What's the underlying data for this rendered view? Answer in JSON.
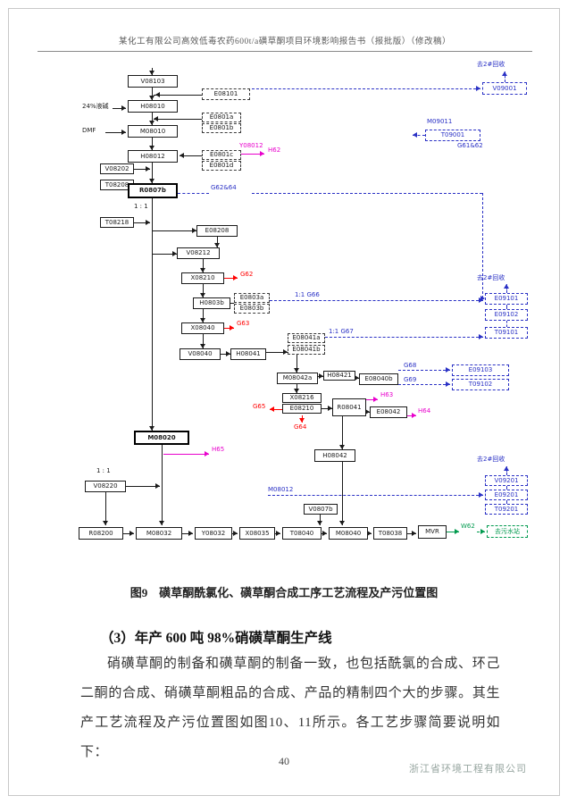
{
  "header": {
    "title": "某化工有限公司高效低毒农药600t/a磺草酮项目环境影响报告书（报批版）（修改稿）"
  },
  "figure": {
    "caption": "图9　磺草酮酰氯化、磺草酮合成工序工艺流程及产污位置图"
  },
  "section": {
    "heading": "（3）年产 600 吨 98%硝磺草酮生产线"
  },
  "body": {
    "paragraph": "硝磺草酮的制备和磺草酮的制备一致，也包括酰氯的合成、环己二酮的合成、硝磺草酮粗品的合成、产品的精制四个大的步骤。其生产工艺流程及产污位置图如图10、11所示。各工艺步骤简要说明如下："
  },
  "footer": {
    "page_number": "40",
    "company": "浙江省环境工程有限公司"
  },
  "colors": {
    "line_black": "#1a1a1a",
    "line_blue": "#2a31c5",
    "line_red": "#ff0000",
    "line_magenta": "#e800cc",
    "line_green": "#009a4e"
  },
  "flowchart": {
    "nodes": [
      [
        143,
        84,
        56,
        14,
        "V08103",
        "k"
      ],
      [
        226,
        99,
        54,
        13,
        "E08101",
        "d"
      ],
      [
        143,
        112,
        56,
        14,
        "H08010",
        "k"
      ],
      [
        226,
        126,
        44,
        11,
        "E0801a",
        "d"
      ],
      [
        226,
        138,
        44,
        11,
        "E0801b",
        "d"
      ],
      [
        143,
        140,
        56,
        14,
        "M08010",
        "k"
      ],
      [
        143,
        168,
        56,
        14,
        "H08012",
        "k"
      ],
      [
        226,
        168,
        44,
        11,
        "E0801c",
        "d"
      ],
      [
        226,
        180,
        44,
        11,
        "E0801d",
        "d"
      ],
      [
        112,
        183,
        38,
        12,
        "V08202",
        "k"
      ],
      [
        112,
        201,
        38,
        12,
        "T08208",
        "k"
      ],
      [
        143,
        205,
        56,
        17,
        "R0807b",
        "kb"
      ],
      [
        112,
        243,
        38,
        12,
        "T08218",
        "k"
      ],
      [
        220,
        252,
        46,
        13,
        "E08208",
        "k"
      ],
      [
        198,
        277,
        48,
        13,
        "V08212",
        "k"
      ],
      [
        203,
        305,
        48,
        13,
        "X08210",
        "k"
      ],
      [
        216,
        333,
        42,
        13,
        "H0803b",
        "k"
      ],
      [
        262,
        328,
        40,
        11,
        "E0803a",
        "d"
      ],
      [
        262,
        340,
        40,
        11,
        "E0803b",
        "d"
      ],
      [
        203,
        361,
        48,
        13,
        "X08040",
        "k"
      ],
      [
        201,
        390,
        46,
        13,
        "V08040",
        "k"
      ],
      [
        258,
        390,
        40,
        13,
        "H08041",
        "k"
      ],
      [
        322,
        373,
        42,
        11,
        "E08041a",
        "d"
      ],
      [
        322,
        386,
        42,
        11,
        "E08041b",
        "d"
      ],
      [
        310,
        417,
        46,
        13,
        "M08042a",
        "k"
      ],
      [
        362,
        415,
        36,
        11,
        "H08421",
        "k"
      ],
      [
        402,
        418,
        44,
        13,
        "E08040b",
        "k"
      ],
      [
        316,
        440,
        44,
        11,
        "X08216",
        "k"
      ],
      [
        316,
        452,
        44,
        11,
        "E08210",
        "k"
      ],
      [
        372,
        446,
        38,
        20,
        "R08041",
        "k"
      ],
      [
        414,
        455,
        42,
        13,
        "E08042",
        "k"
      ],
      [
        150,
        482,
        62,
        16,
        "M08020",
        "kb"
      ],
      [
        352,
        503,
        46,
        14,
        "H08042",
        "k"
      ],
      [
        95,
        538,
        46,
        13,
        "V08220",
        "k"
      ],
      [
        88,
        590,
        50,
        14,
        "R08200",
        "k"
      ],
      [
        152,
        590,
        52,
        14,
        "M08032",
        "k"
      ],
      [
        218,
        590,
        42,
        14,
        "Y08032",
        "k"
      ],
      [
        268,
        590,
        40,
        14,
        "X08035",
        "k"
      ],
      [
        316,
        590,
        44,
        14,
        "T08040",
        "k"
      ],
      [
        368,
        590,
        44,
        14,
        "M08040",
        "k"
      ],
      [
        418,
        590,
        38,
        14,
        "T08038",
        "k"
      ],
      [
        468,
        588,
        32,
        15,
        "MVR",
        "k"
      ],
      [
        340,
        564,
        38,
        12,
        "V0807b",
        "k"
      ],
      [
        540,
        92,
        50,
        14,
        "V09001",
        "bd"
      ],
      [
        476,
        145,
        62,
        13,
        "T09001",
        "bd"
      ],
      [
        543,
        328,
        48,
        13,
        "E09101",
        "bd"
      ],
      [
        543,
        346,
        48,
        13,
        "E09102",
        "bd"
      ],
      [
        543,
        366,
        48,
        13,
        "T09101",
        "bd"
      ],
      [
        506,
        408,
        64,
        13,
        "E09103",
        "bd"
      ],
      [
        506,
        424,
        64,
        13,
        "T09102",
        "bd"
      ],
      [
        543,
        532,
        48,
        12,
        "V09201",
        "bd"
      ],
      [
        543,
        548,
        48,
        12,
        "E09201",
        "bd"
      ],
      [
        543,
        564,
        48,
        12,
        "T09201",
        "bd"
      ],
      [
        545,
        588,
        46,
        14,
        "去污水站",
        "gd"
      ]
    ],
    "labels": [
      [
        92,
        116,
        "24%液碱",
        "k"
      ],
      [
        92,
        143,
        "DMF",
        "k"
      ],
      [
        150,
        228,
        "1 : 1",
        "k"
      ],
      [
        108,
        524,
        "1 : 1",
        "k"
      ],
      [
        236,
        207,
        "G62&64",
        "b"
      ],
      [
        330,
        327,
        "1:1 G66",
        "b"
      ],
      [
        368,
        368,
        "1:1 G67",
        "b"
      ],
      [
        452,
        406,
        "G68",
        "b"
      ],
      [
        452,
        422,
        "G69",
        "b"
      ],
      [
        300,
        545,
        "M08012",
        "b"
      ],
      [
        534,
        69,
        "去2#回收",
        "b"
      ],
      [
        534,
        308,
        "去2#回收",
        "b"
      ],
      [
        534,
        511,
        "去2#回收",
        "b"
      ],
      [
        478,
        133,
        "M09011",
        "b"
      ],
      [
        512,
        160,
        "G61&62",
        "b"
      ],
      [
        269,
        304,
        "G62",
        "r"
      ],
      [
        265,
        359,
        "G63",
        "r"
      ],
      [
        283,
        452,
        "G65",
        "r"
      ],
      [
        329,
        475,
        "G64",
        "r"
      ],
      [
        268,
        160,
        "Y08012",
        "m"
      ],
      [
        300,
        165,
        "H62",
        "m"
      ],
      [
        426,
        439,
        "H63",
        "m"
      ],
      [
        468,
        457,
        "H64",
        "m"
      ],
      [
        237,
        500,
        "H65",
        "m"
      ],
      [
        516,
        586,
        "W62",
        "g"
      ]
    ],
    "lines": [
      [
        170,
        76,
        170,
        84,
        "k",
        0
      ],
      [
        170,
        98,
        170,
        112,
        "k",
        0
      ],
      [
        170,
        126,
        170,
        140,
        "k",
        0
      ],
      [
        170,
        154,
        170,
        168,
        "k",
        0
      ],
      [
        170,
        182,
        170,
        205,
        "k",
        0
      ],
      [
        170,
        222,
        170,
        482,
        "k",
        0
      ],
      [
        226,
        106,
        172,
        106,
        "k",
        0
      ],
      [
        226,
        133,
        172,
        133,
        "k",
        0
      ],
      [
        226,
        174,
        201,
        174,
        "k",
        0
      ],
      [
        126,
        121,
        141,
        121,
        "k",
        0
      ],
      [
        118,
        148,
        141,
        148,
        "k",
        0
      ],
      [
        150,
        189,
        168,
        189,
        "k",
        0
      ],
      [
        150,
        207,
        143,
        207,
        "k",
        0
      ],
      [
        150,
        249,
        168,
        249,
        "k",
        0
      ],
      [
        170,
        258,
        220,
        258,
        "k",
        0
      ],
      [
        243,
        265,
        243,
        277,
        "k",
        0
      ],
      [
        170,
        284,
        198,
        284,
        "k",
        0
      ],
      [
        227,
        290,
        227,
        305,
        "k",
        0
      ],
      [
        227,
        318,
        227,
        333,
        "k",
        0
      ],
      [
        227,
        346,
        227,
        361,
        "k",
        0
      ],
      [
        227,
        374,
        227,
        390,
        "k",
        0
      ],
      [
        258,
        339,
        262,
        339,
        "k",
        0
      ],
      [
        247,
        396,
        258,
        396,
        "k",
        0
      ],
      [
        298,
        394,
        322,
        394,
        "k",
        0
      ],
      [
        332,
        397,
        332,
        417,
        "k",
        0
      ],
      [
        356,
        421,
        362,
        421,
        "k",
        0
      ],
      [
        398,
        423,
        402,
        423,
        "k",
        0
      ],
      [
        332,
        430,
        332,
        440,
        "k",
        0
      ],
      [
        360,
        457,
        372,
        457,
        "k",
        0
      ],
      [
        410,
        461,
        414,
        461,
        "k",
        0
      ],
      [
        383,
        466,
        383,
        503,
        "k",
        0
      ],
      [
        383,
        517,
        383,
        588,
        "k",
        0
      ],
      [
        181,
        498,
        181,
        588,
        "k",
        0
      ],
      [
        118,
        551,
        118,
        588,
        "k",
        0
      ],
      [
        141,
        544,
        179,
        544,
        "k",
        0
      ],
      [
        358,
        576,
        358,
        588,
        "k",
        0
      ],
      [
        138,
        597,
        150,
        597,
        "k",
        0
      ],
      [
        204,
        597,
        216,
        597,
        "k",
        0
      ],
      [
        260,
        597,
        266,
        597,
        "k",
        0
      ],
      [
        308,
        597,
        314,
        597,
        "k",
        0
      ],
      [
        360,
        597,
        366,
        597,
        "k",
        0
      ],
      [
        412,
        597,
        416,
        597,
        "k",
        0
      ],
      [
        456,
        597,
        466,
        597,
        "k",
        0
      ],
      [
        500,
        595,
        514,
        595,
        "g",
        0
      ],
      [
        534,
        595,
        543,
        595,
        "g",
        1
      ],
      [
        251,
        311,
        266,
        311,
        "r",
        0
      ],
      [
        251,
        367,
        262,
        367,
        "r",
        0
      ],
      [
        316,
        458,
        302,
        458,
        "r",
        0
      ],
      [
        338,
        465,
        338,
        473,
        "r",
        0
      ],
      [
        270,
        172,
        296,
        172,
        "m",
        0
      ],
      [
        410,
        447,
        423,
        447,
        "m",
        0
      ],
      [
        456,
        465,
        466,
        465,
        "m",
        0
      ],
      [
        183,
        508,
        234,
        508,
        "m",
        0
      ],
      [
        199,
        216,
        234,
        216,
        "b",
        1
      ],
      [
        282,
        216,
        540,
        216,
        "b",
        1
      ],
      [
        540,
        216,
        540,
        334,
        "b",
        1
      ],
      [
        302,
        336,
        541,
        336,
        "b",
        1
      ],
      [
        364,
        377,
        541,
        377,
        "b",
        1
      ],
      [
        446,
        414,
        504,
        414,
        "b",
        1
      ],
      [
        446,
        430,
        504,
        430,
        "b",
        1
      ],
      [
        282,
        99,
        538,
        99,
        "b",
        1
      ],
      [
        565,
        92,
        565,
        80,
        "b",
        1
      ],
      [
        567,
        328,
        567,
        318,
        "b",
        1
      ],
      [
        567,
        346,
        567,
        341,
        "b",
        1
      ],
      [
        567,
        366,
        567,
        359,
        "b",
        1
      ],
      [
        300,
        554,
        541,
        554,
        "b",
        1
      ],
      [
        567,
        532,
        567,
        522,
        "b",
        1
      ],
      [
        567,
        548,
        567,
        544,
        "b",
        1
      ],
      [
        567,
        564,
        567,
        560,
        "b",
        1
      ],
      [
        476,
        151,
        462,
        151,
        "b",
        1
      ]
    ],
    "arrows": [
      [
        "d",
        "k",
        170,
        84
      ],
      [
        "d",
        "k",
        170,
        112
      ],
      [
        "d",
        "k",
        170,
        140
      ],
      [
        "d",
        "k",
        170,
        168
      ],
      [
        "d",
        "k",
        170,
        205
      ],
      [
        "d",
        "k",
        170,
        482
      ],
      [
        "l",
        "k",
        174,
        106
      ],
      [
        "l",
        "k",
        172,
        133
      ],
      [
        "l",
        "k",
        201,
        174
      ],
      [
        "r",
        "k",
        141,
        121
      ],
      [
        "r",
        "k",
        141,
        148
      ],
      [
        "r",
        "k",
        168,
        189
      ],
      [
        "r",
        "k",
        143,
        207
      ],
      [
        "r",
        "k",
        168,
        249
      ],
      [
        "r",
        "k",
        220,
        258
      ],
      [
        "d",
        "k",
        243,
        277
      ],
      [
        "r",
        "k",
        198,
        284
      ],
      [
        "d",
        "k",
        227,
        305
      ],
      [
        "d",
        "k",
        227,
        333
      ],
      [
        "d",
        "k",
        227,
        361
      ],
      [
        "d",
        "k",
        227,
        390
      ],
      [
        "r",
        "k",
        258,
        396
      ],
      [
        "r",
        "k",
        322,
        394
      ],
      [
        "d",
        "k",
        332,
        417
      ],
      [
        "r",
        "k",
        362,
        421
      ],
      [
        "r",
        "k",
        402,
        423
      ],
      [
        "d",
        "k",
        332,
        440
      ],
      [
        "r",
        "k",
        372,
        457
      ],
      [
        "r",
        "k",
        414,
        461
      ],
      [
        "d",
        "k",
        383,
        503
      ],
      [
        "d",
        "k",
        383,
        588
      ],
      [
        "d",
        "k",
        181,
        588
      ],
      [
        "d",
        "k",
        118,
        588
      ],
      [
        "r",
        "k",
        179,
        544
      ],
      [
        "d",
        "k",
        358,
        588
      ],
      [
        "r",
        "k",
        150,
        597
      ],
      [
        "r",
        "k",
        216,
        597
      ],
      [
        "r",
        "k",
        266,
        597
      ],
      [
        "r",
        "k",
        314,
        597
      ],
      [
        "r",
        "k",
        366,
        597
      ],
      [
        "r",
        "k",
        416,
        597
      ],
      [
        "r",
        "k",
        466,
        597
      ],
      [
        "r",
        "g",
        514,
        595
      ],
      [
        "r",
        "g",
        543,
        595
      ],
      [
        "r",
        "r",
        266,
        311
      ],
      [
        "r",
        "r",
        262,
        367
      ],
      [
        "l",
        "r",
        302,
        458
      ],
      [
        "d",
        "r",
        338,
        473
      ],
      [
        "r",
        "m",
        296,
        172
      ],
      [
        "r",
        "m",
        423,
        447
      ],
      [
        "r",
        "m",
        466,
        465
      ],
      [
        "r",
        "m",
        234,
        508
      ],
      [
        "r",
        "b",
        543,
        334
      ],
      [
        "r",
        "b",
        541,
        336
      ],
      [
        "r",
        "b",
        541,
        377
      ],
      [
        "r",
        "b",
        504,
        414
      ],
      [
        "r",
        "b",
        504,
        430
      ],
      [
        "r",
        "b",
        538,
        99
      ],
      [
        "u",
        "b",
        565,
        80
      ],
      [
        "u",
        "b",
        567,
        318
      ],
      [
        "r",
        "b",
        541,
        554
      ],
      [
        "u",
        "b",
        567,
        522
      ],
      [
        "l",
        "b",
        462,
        151
      ]
    ]
  }
}
